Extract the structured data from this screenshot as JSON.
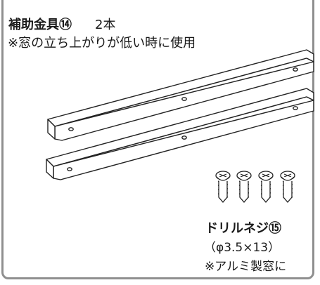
{
  "part_14": {
    "name": "補助金具⑭",
    "quantity": "2本",
    "note": "※窓の立ち上がりが低い時に使用"
  },
  "part_15": {
    "name": "ドリルネジ⑮",
    "spec": "（φ3.5×13）",
    "note": "※アルミ製窓に"
  },
  "colors": {
    "border": "#8f8f8f",
    "text": "#1a1a1a",
    "line": "#222222"
  }
}
